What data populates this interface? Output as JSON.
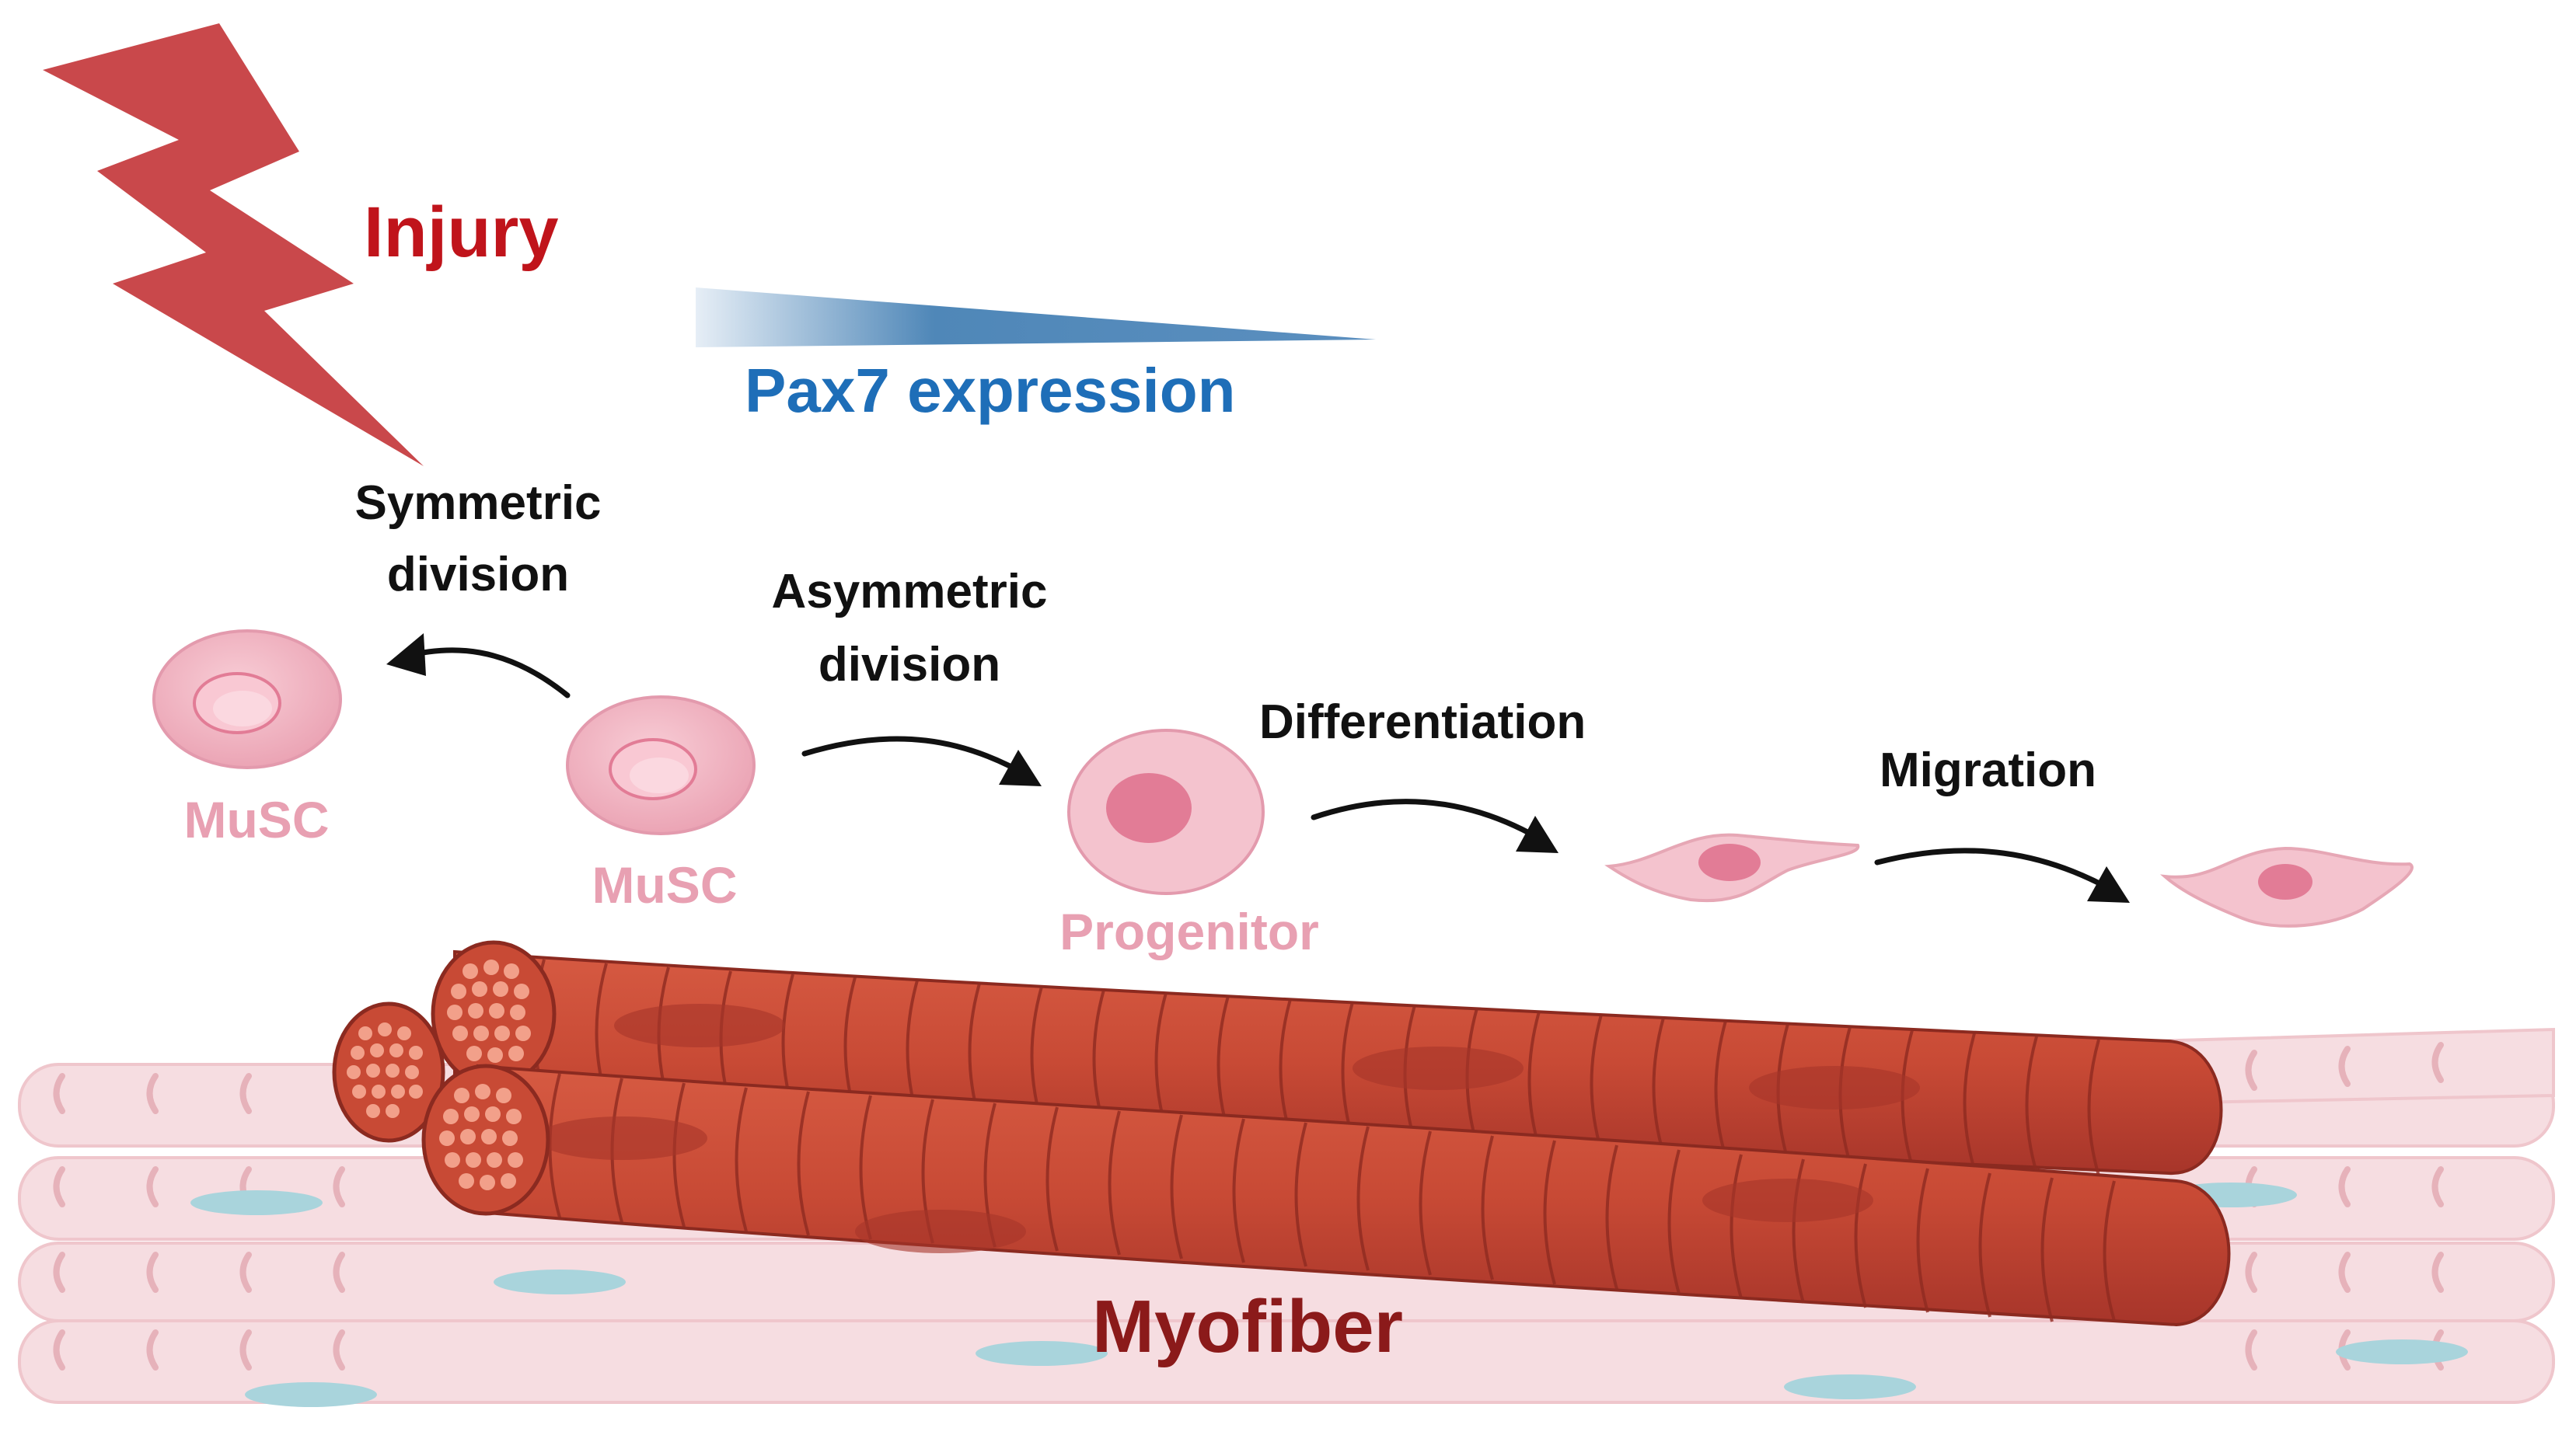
{
  "labels": {
    "injury": "Injury",
    "pax7": "Pax7 expression",
    "symmetric_line1": "Symmetric",
    "symmetric_line2": "division",
    "asymmetric_line1": "Asymmetric",
    "asymmetric_line2": "division",
    "differentiation": "Differentiation",
    "migration": "Migration",
    "musc_left": "MuSC",
    "musc_center": "MuSC",
    "progenitor": "Progenitor",
    "myofiber": "Myofiber"
  },
  "colors": {
    "injury_red": "#c0141b",
    "bolt_red": "#c9484b",
    "pax7_blue": "#1e6eb8",
    "gradient_dark": "#4f87b8",
    "gradient_light": "#e6eef6",
    "cell_pink": "#f2b8c4",
    "cell_label": "#e8a0b2",
    "nucleus_pink": "#e27c96",
    "myofiber_dark": "#8b1a1a",
    "muscle_red": "#c84a35",
    "muscle_shadow": "#a7352a",
    "background_fiber": "#f6dde1",
    "fiber_nucleus": "#a9d4dc",
    "arrow": "#111111"
  },
  "icons": {
    "injury": "lightning-bolt-icon",
    "gradient": "wedge-gradient-icon",
    "arrows": "curved-arrow-icon"
  }
}
